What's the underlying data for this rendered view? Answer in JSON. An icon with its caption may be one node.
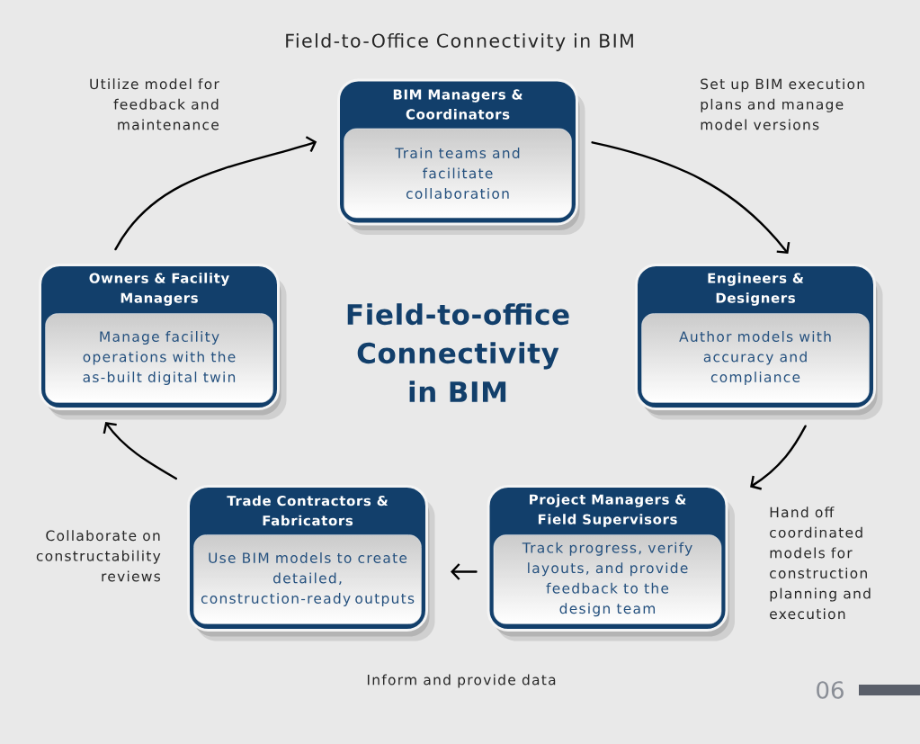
{
  "diagram": {
    "title": "Field-to-Office Connectivity in BIM",
    "nodes": [
      {
        "text": [
          "BIM Managers & Coordinators",
          "Train teams and facilitate collaboration"
        ]
      },
      {
        "text": [
          "Owners & Facility Managers",
          "Manage facility operations with the as-built digital twin"
        ]
      },
      {
        "text": [
          "Engineers & Designers",
          "Author models with accuracy and compliance"
        ]
      },
      {
        "text": [
          "Trade Contractors & Fabricators",
          "Use BIM models to create detailed, construction-ready outputs"
        ]
      },
      {
        "text": [
          "Project Managers & Field Supervisors",
          "Track progress, verify layouts, and provide feedback to the design team"
        ]
      }
    ],
    "edges": [
      {
        "from": 0,
        "to": 2,
        "arrow": "to",
        "label": "Set up BIM execution plans and manage model versions"
      },
      {
        "from": 2,
        "to": 4,
        "arrow": "to",
        "label": "Hand off coordinated models for construction planning and execution"
      },
      {
        "from": 4,
        "to": 3,
        "arrow": "to"
      },
      {
        "from": 3,
        "to": 1,
        "arrow": "to",
        "label": "Collaborate on constructability reviews"
      },
      {
        "from": 1,
        "to": 0,
        "arrow": "to",
        "label": "Utilize model for feedback and maintenance"
      }
    ],
    "labels": [
      "Field-to-office Connectivity in BIM",
      "Inform and provide data",
      "06"
    ]
  }
}
